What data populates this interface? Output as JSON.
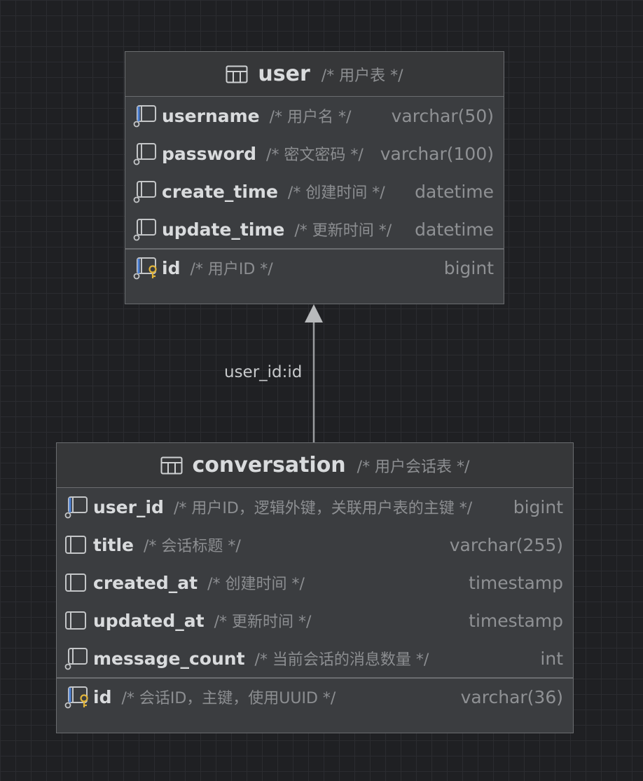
{
  "tables": {
    "user": {
      "name": "user",
      "comment": "/* 用户表 */",
      "columns": [
        {
          "name": "username",
          "comment": "/* 用户名 */",
          "type": "varchar(50)",
          "icon": "indexed-column-icon"
        },
        {
          "name": "password",
          "comment": "/* 密文密码 */",
          "type": "varchar(100)",
          "icon": "not-null-column-icon"
        },
        {
          "name": "create_time",
          "comment": "/* 创建时间 */",
          "type": "datetime",
          "icon": "not-null-column-icon"
        },
        {
          "name": "update_time",
          "comment": "/* 更新时间 */",
          "type": "datetime",
          "icon": "not-null-column-icon"
        }
      ],
      "primary_key": {
        "name": "id",
        "comment": "/* 用户ID */",
        "type": "bigint",
        "icon": "primary-key-column-icon"
      }
    },
    "conversation": {
      "name": "conversation",
      "comment": "/* 用户会话表 */",
      "columns": [
        {
          "name": "user_id",
          "comment": "/* 用户ID，逻辑外键，关联用户表的主键 */",
          "type": "bigint",
          "icon": "indexed-column-icon"
        },
        {
          "name": "title",
          "comment": "/* 会话标题 */",
          "type": "varchar(255)",
          "icon": "column-icon"
        },
        {
          "name": "created_at",
          "comment": "/* 创建时间 */",
          "type": "timestamp",
          "icon": "column-icon"
        },
        {
          "name": "updated_at",
          "comment": "/* 更新时间 */",
          "type": "timestamp",
          "icon": "column-icon"
        },
        {
          "name": "message_count",
          "comment": "/* 当前会话的消息数量 */",
          "type": "int",
          "icon": "not-null-column-icon"
        }
      ],
      "primary_key": {
        "name": "id",
        "comment": "/* 会话ID，主键，使用UUID */",
        "type": "varchar(36)",
        "icon": "primary-key-column-icon"
      }
    }
  },
  "relation": {
    "label": "user_id:id"
  },
  "colors": {
    "background": "#1f2023",
    "table_fill": "#3b3d40",
    "border": "#6b6d70",
    "index_accent": "#4a7fd4",
    "key_accent": "#e0b43a"
  }
}
